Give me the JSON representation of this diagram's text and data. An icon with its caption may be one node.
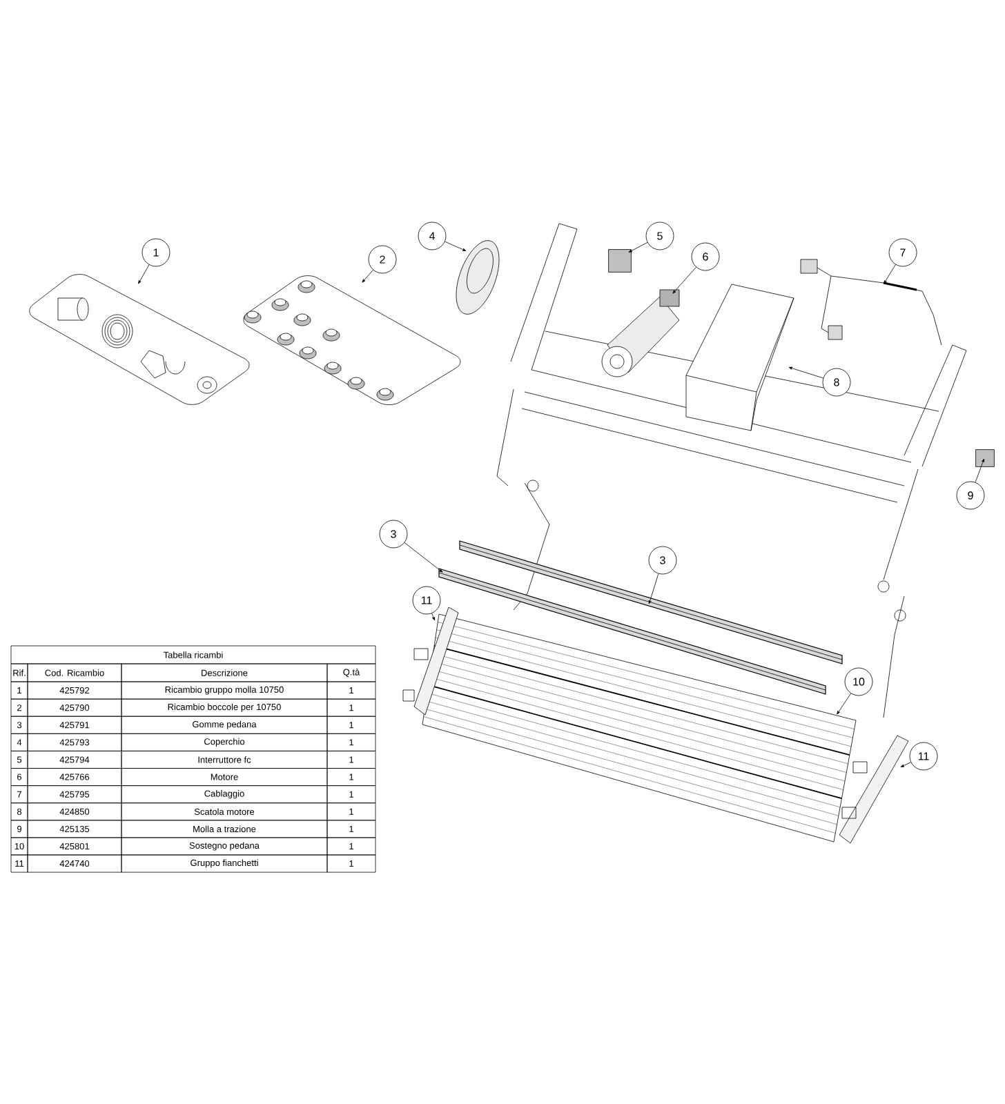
{
  "diagram": {
    "nodes": [
      {
        "text": [
          "1"
        ]
      },
      {
        "text": [
          "2"
        ]
      },
      {
        "text": [
          "4"
        ]
      },
      {
        "text": [
          "5"
        ]
      },
      {
        "text": [
          "6"
        ]
      },
      {
        "text": [
          "7"
        ]
      },
      {
        "text": [
          "8"
        ]
      },
      {
        "text": [
          "9"
        ]
      },
      {
        "text": [
          "3"
        ]
      },
      {
        "text": [
          "3"
        ]
      },
      {
        "text": [
          "11"
        ]
      },
      {
        "text": [
          "10"
        ]
      },
      {
        "text": [
          "11"
        ]
      },
      {
        "text": [],
        "shape": "picture"
      },
      {
        "text": [],
        "shape": "picture"
      },
      {
        "text": [],
        "shape": "picture"
      },
      {
        "text": [],
        "shape": "box"
      },
      {
        "text": [],
        "shape": "picture"
      },
      {
        "text": [],
        "shape": "picture"
      },
      {
        "text": [],
        "shape": "picture"
      },
      {
        "text": [],
        "shape": "box"
      },
      {
        "text": [],
        "shape": "picture"
      },
      {
        "text": [],
        "shape": "picture"
      },
      {
        "text": [],
        "shape": "picture"
      },
      {
        "text": [],
        "shape": "picture"
      },
      {
        "text": [],
        "shape": "picture"
      }
    ],
    "edges": [
      {
        "from": 0,
        "to": 13,
        "arrow": "to"
      },
      {
        "from": 1,
        "to": 14,
        "arrow": "to"
      },
      {
        "from": 2,
        "to": 15,
        "arrow": "to"
      },
      {
        "from": 3,
        "to": 16,
        "arrow": "to"
      },
      {
        "from": 4,
        "to": 17,
        "arrow": "to"
      },
      {
        "from": 5,
        "to": 18,
        "arrow": "to"
      },
      {
        "from": 6,
        "to": 19,
        "arrow": "to"
      },
      {
        "from": 7,
        "to": 20,
        "arrow": "to"
      },
      {
        "from": 8,
        "to": 21,
        "arrow": "to"
      },
      {
        "from": 9,
        "to": 22,
        "arrow": "to"
      },
      {
        "from": 10,
        "to": 24,
        "arrow": "to"
      },
      {
        "from": 11,
        "to": 23,
        "arrow": "to"
      },
      {
        "from": 12,
        "to": 25,
        "arrow": "to"
      }
    ],
    "labels": [
      "Tabella ricambi",
      "Rif.",
      "Cod. Ricambio",
      "Descrizione",
      "Q.tà",
      "1",
      "425792",
      "Ricambio gruppo molla 10750",
      "1",
      "2",
      "425790",
      "Ricambio boccole per 10750",
      "1",
      "3",
      "425791",
      "Gomme pedana",
      "1",
      "4",
      "425793",
      "Coperchio",
      "1",
      "5",
      "425794",
      "Interruttore fc",
      "1",
      "6",
      "425766",
      "Motore",
      "1",
      "7",
      "425795",
      "Cablaggio",
      "1",
      "8",
      "424850",
      "Scatola motore",
      "1",
      "9",
      "425135",
      "Molla a trazione",
      "1",
      "10",
      "425801",
      "Sostegno pedana",
      "1",
      "11",
      "424740",
      "Gruppo fianchetti",
      "1"
    ]
  }
}
